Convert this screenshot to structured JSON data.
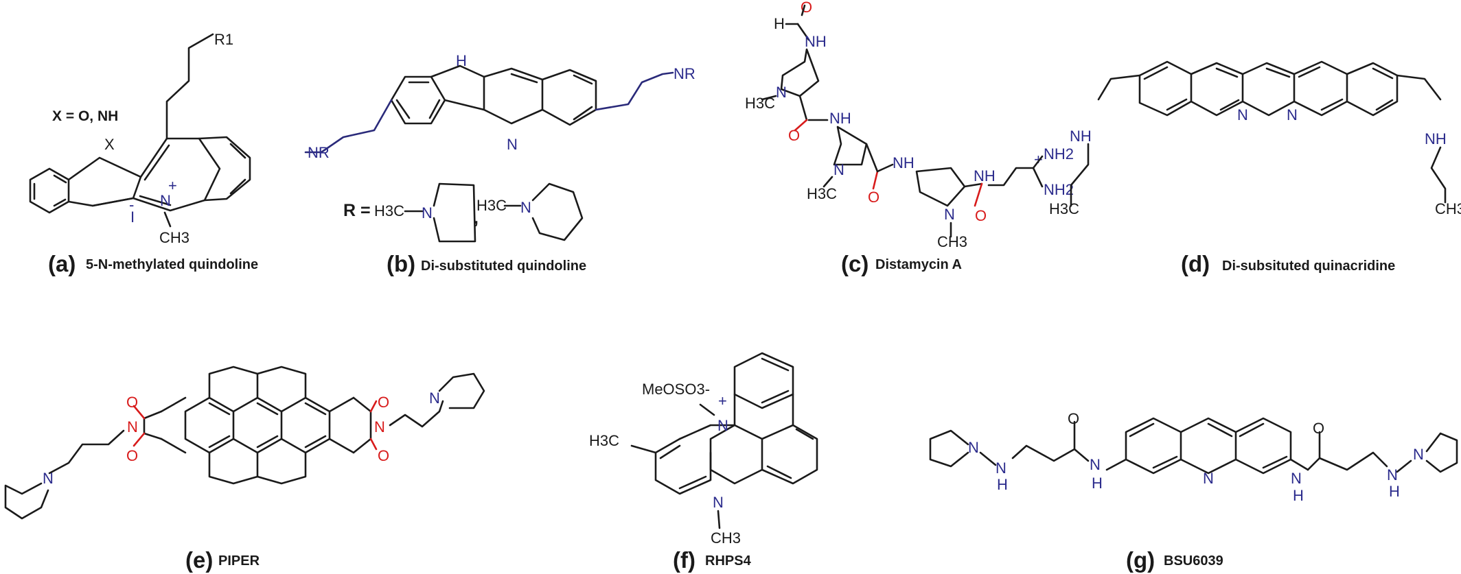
{
  "panels": [
    {
      "letter": "(a)",
      "name": "5-N-methylated quindoline"
    },
    {
      "letter": "(b)",
      "name": "Di-substituted quindoline"
    },
    {
      "letter": "(c)",
      "name": "Distamycin A"
    },
    {
      "letter": "(d)",
      "name": "Di-subsituted quinacridine"
    },
    {
      "letter": "(e)",
      "name": "PIPER"
    },
    {
      "letter": "(f)",
      "name": "RHPS4"
    },
    {
      "letter": "(g)",
      "name": "BSU6039"
    }
  ],
  "annotations": {
    "a_substituent_note": "X = O, NH",
    "a_r1": "R1",
    "a_x": "X",
    "a_iodide": "I",
    "b_r_def": "R =",
    "b_comma": ",",
    "f_counterion": "MeOSO3-"
  },
  "atoms": {
    "N": "N",
    "NH": "NH",
    "H": "H",
    "O": "O",
    "NR": "NR",
    "CH3": "CH3",
    "H3C": "H3C",
    "NH2": "NH2",
    "plus": "+",
    "minus": "-"
  },
  "colors": {
    "bond": "#1a1a1a",
    "nitrogen": "#2b2b8c",
    "oxygen": "#d81b1b"
  }
}
